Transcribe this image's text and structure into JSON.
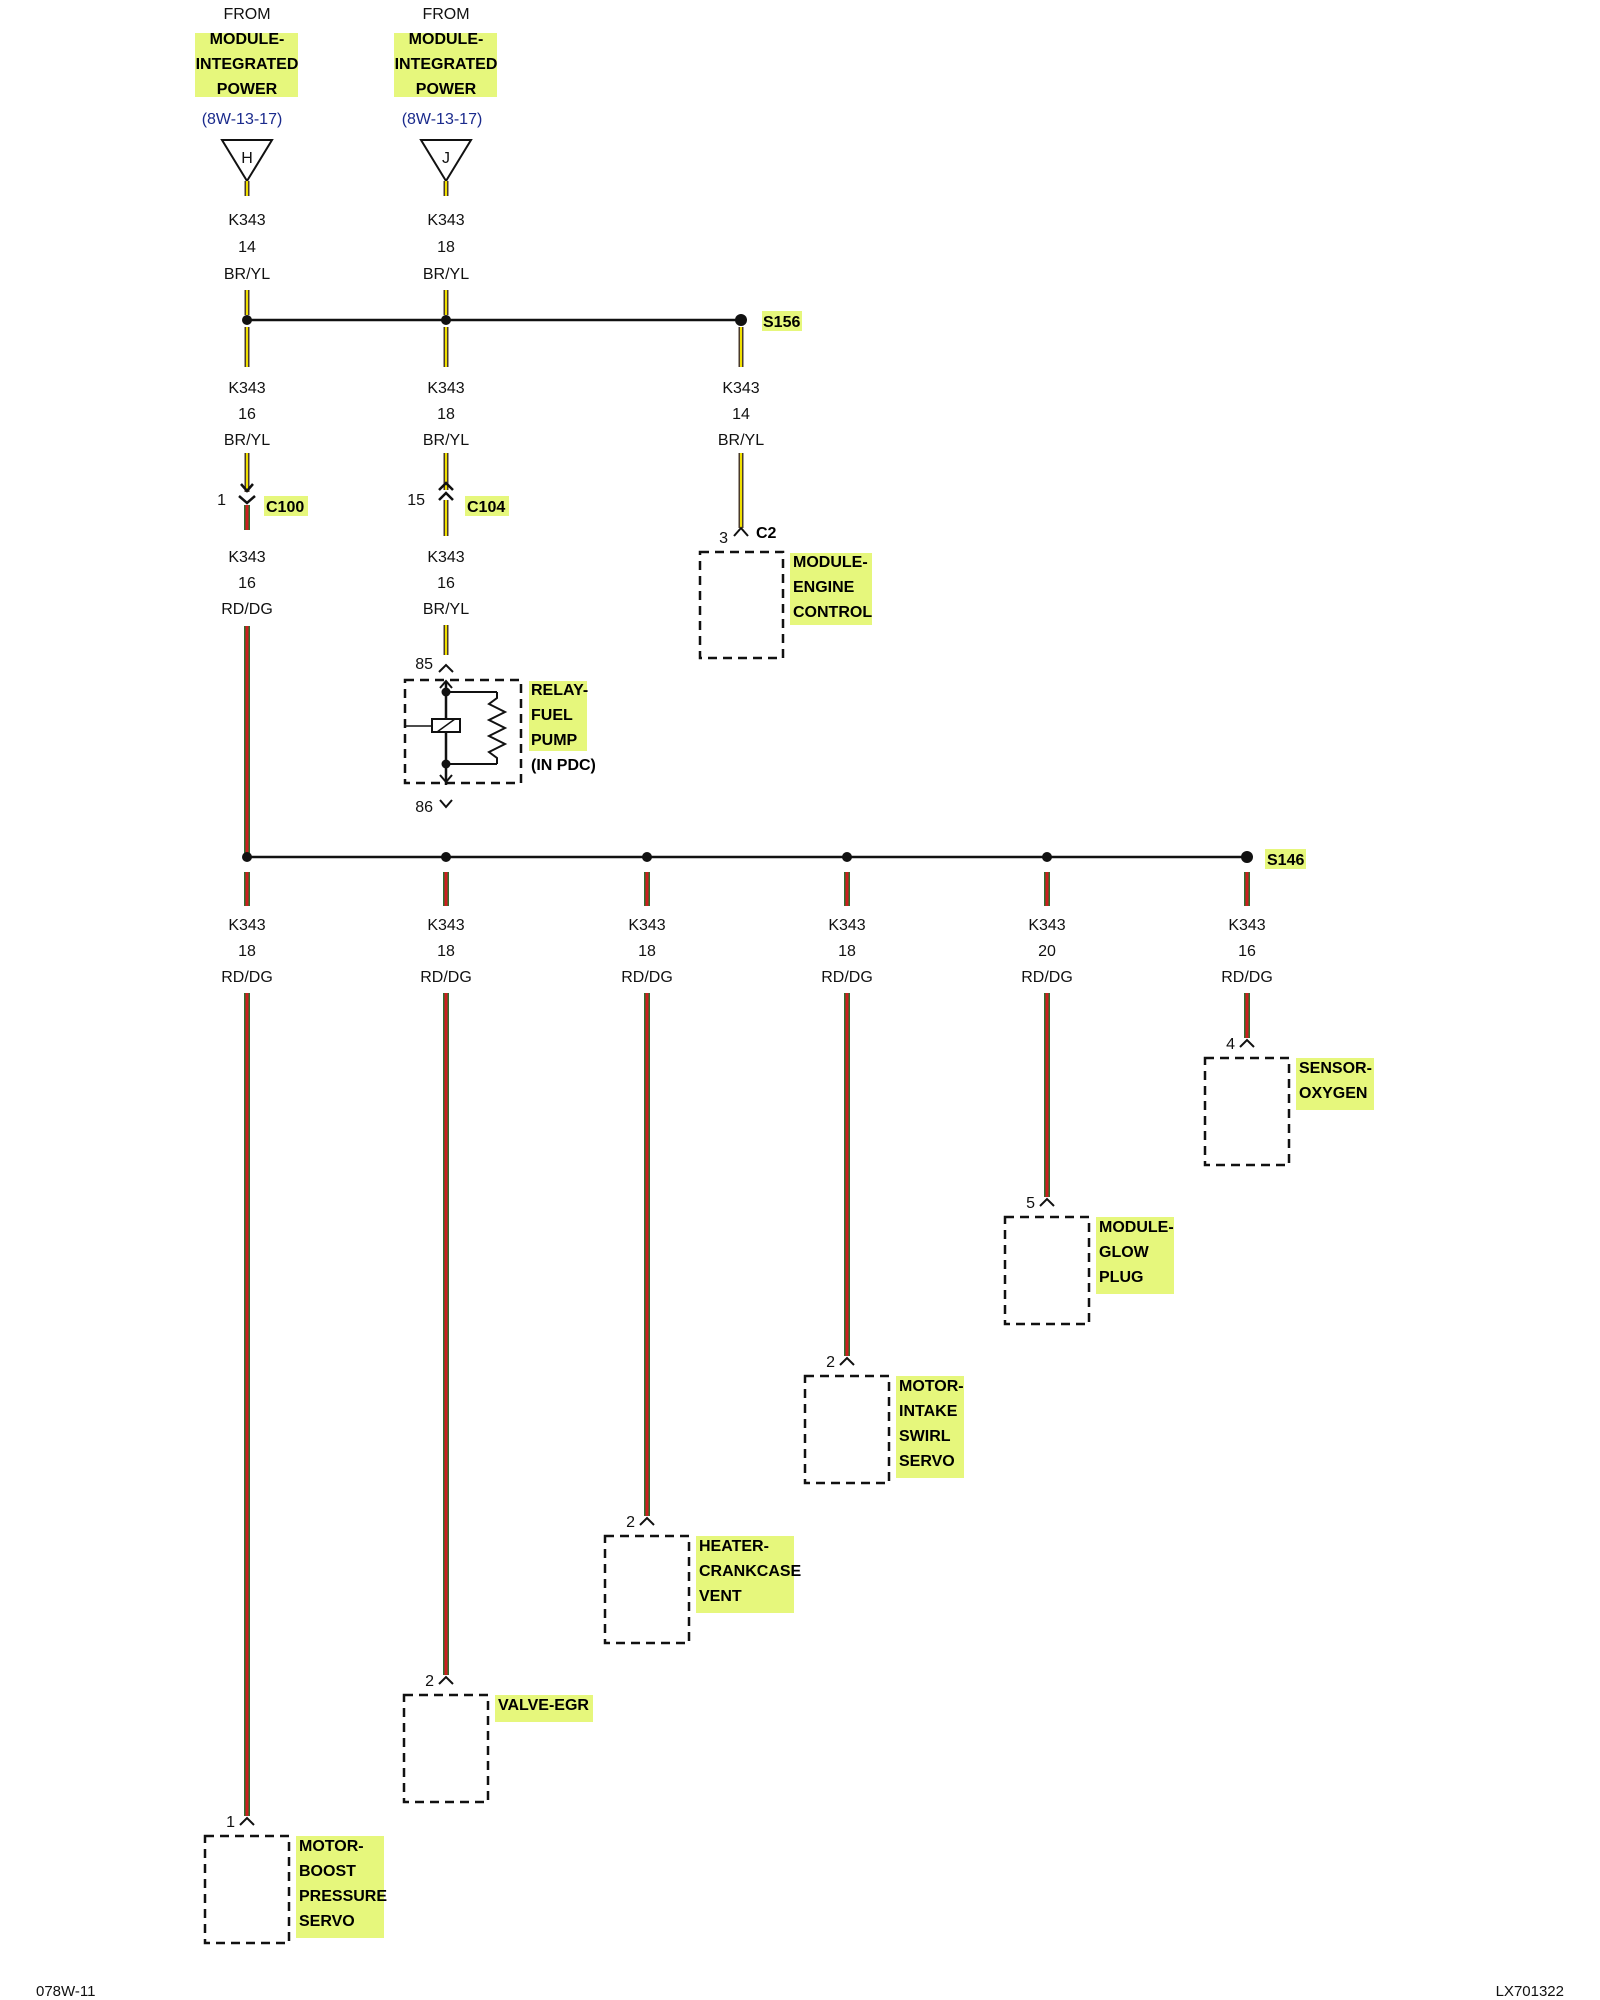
{
  "sources": [
    {
      "from": "FROM",
      "lines": [
        "MODULE-",
        "INTEGRATED",
        "POWER"
      ],
      "ref": "(8W-13-17)",
      "letter": "H"
    },
    {
      "from": "FROM",
      "lines": [
        "MODULE-",
        "INTEGRATED",
        "POWER"
      ],
      "ref": "(8W-13-17)",
      "letter": "J"
    }
  ],
  "top_wires": [
    {
      "circuit": "K343",
      "gauge": "14",
      "color": "BR/YL"
    },
    {
      "circuit": "K343",
      "gauge": "18",
      "color": "BR/YL"
    }
  ],
  "splices": {
    "s156": "S156",
    "s146": "S146"
  },
  "mid_wires": [
    {
      "circuit": "K343",
      "gauge": "16",
      "color": "BR/YL"
    },
    {
      "circuit": "K343",
      "gauge": "18",
      "color": "BR/YL"
    },
    {
      "circuit": "K343",
      "gauge": "14",
      "color": "BR/YL"
    }
  ],
  "connectors": {
    "c100": {
      "name": "C100",
      "pin": "1"
    },
    "c104": {
      "name": "C104",
      "pin": "15"
    },
    "c2": {
      "name": "C2",
      "pin": "3"
    }
  },
  "lower_wires": [
    {
      "circuit": "K343",
      "gauge": "16",
      "color": "RD/DG"
    },
    {
      "circuit": "K343",
      "gauge": "16",
      "color": "BR/YL"
    }
  ],
  "ecm": {
    "lines": [
      "MODULE-",
      "ENGINE",
      "CONTROL"
    ]
  },
  "relay": {
    "lines": [
      "RELAY-",
      "FUEL",
      "PUMP"
    ],
    "note": "(IN PDC)",
    "pin_top": "85",
    "pin_bottom": "86"
  },
  "branches": [
    {
      "circuit": "K343",
      "gauge": "18",
      "color": "RD/DG",
      "pin": "1",
      "lines": [
        "MOTOR-",
        "BOOST",
        "PRESSURE",
        "SERVO"
      ]
    },
    {
      "circuit": "K343",
      "gauge": "18",
      "color": "RD/DG",
      "pin": "2",
      "lines": [
        "VALVE-EGR"
      ]
    },
    {
      "circuit": "K343",
      "gauge": "18",
      "color": "RD/DG",
      "pin": "2",
      "lines": [
        "HEATER-",
        "CRANKCASE",
        "VENT"
      ]
    },
    {
      "circuit": "K343",
      "gauge": "18",
      "color": "RD/DG",
      "pin": "2",
      "lines": [
        "MOTOR-",
        "INTAKE",
        "SWIRL",
        "SERVO"
      ]
    },
    {
      "circuit": "K343",
      "gauge": "20",
      "color": "RD/DG",
      "pin": "5",
      "lines": [
        "MODULE-",
        "GLOW",
        "PLUG"
      ]
    },
    {
      "circuit": "K343",
      "gauge": "16",
      "color": "RD/DG",
      "pin": "4",
      "lines": [
        "SENSOR-",
        "OXYGEN"
      ]
    }
  ],
  "footer": {
    "left": "078W-11",
    "right": "LX701322"
  },
  "wire_colors": {
    "brown": "#4a3a2a",
    "yellow": "#f0e000",
    "red": "#cc1f1f",
    "green": "#2e6e2e",
    "highlight": "#e6f77c"
  }
}
